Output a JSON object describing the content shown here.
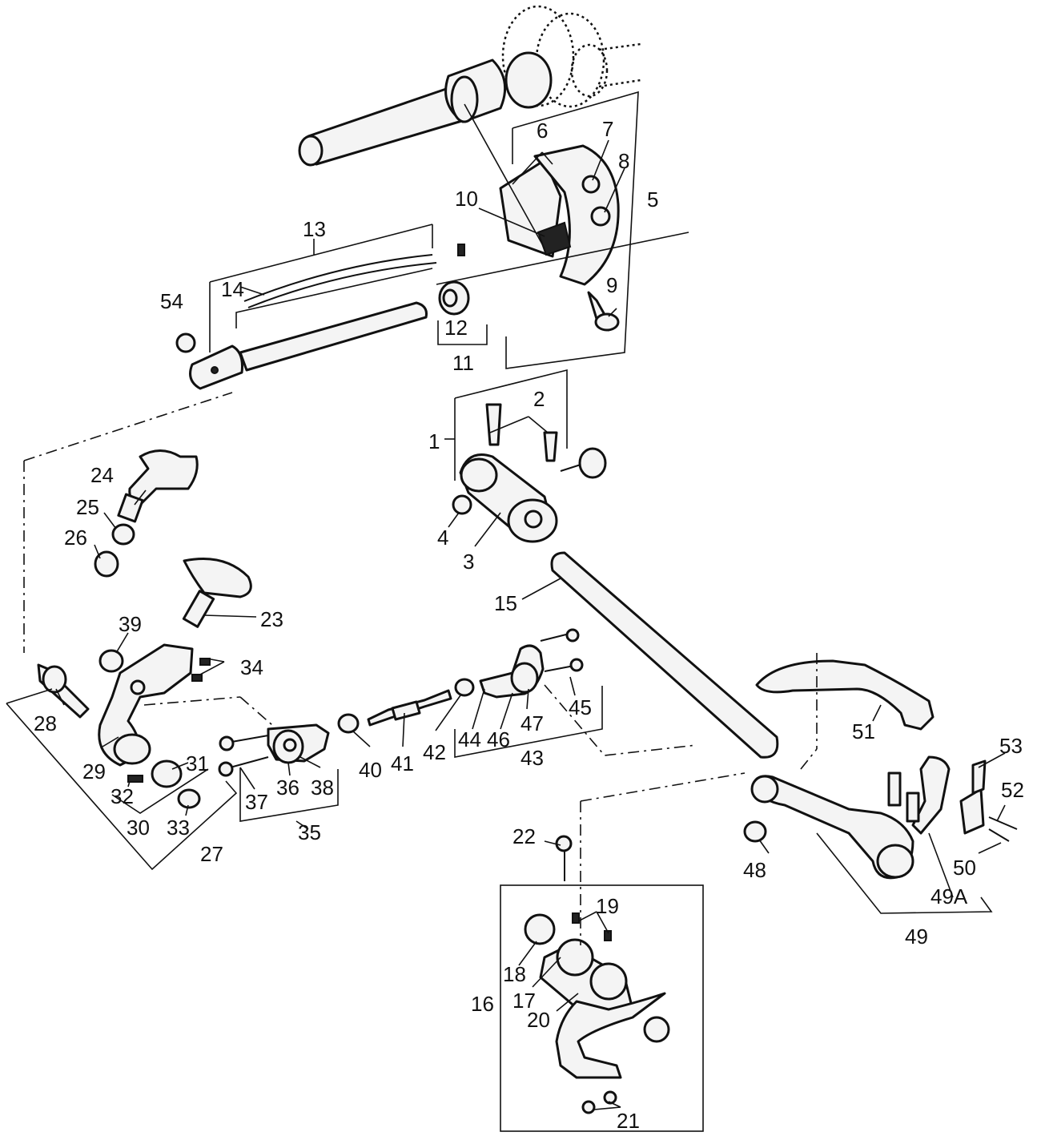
{
  "labels": {
    "p1": "1",
    "p2": "2",
    "p3": "3",
    "p4": "4",
    "p5": "5",
    "p6": "6",
    "p7": "7",
    "p8": "8",
    "p9": "9",
    "p10": "10",
    "p11": "11",
    "p12": "12",
    "p13": "13",
    "p14": "14",
    "p15": "15",
    "p16": "16",
    "p17": "17",
    "p18": "18",
    "p19": "19",
    "p20": "20",
    "p21": "21",
    "p22": "22",
    "p23": "23",
    "p24": "24",
    "p25": "25",
    "p26": "26",
    "p27": "27",
    "p28": "28",
    "p29": "29",
    "p30": "30",
    "p31": "31",
    "p32": "32",
    "p33": "33",
    "p34": "34",
    "p35": "35",
    "p36": "36",
    "p37": "37",
    "p38": "38",
    "p39": "39",
    "p40": "40",
    "p41": "41",
    "p42": "42",
    "p43": "43",
    "p44": "44",
    "p45": "45",
    "p46": "46",
    "p47": "47",
    "p48": "48",
    "p49": "49",
    "p49a": "49A",
    "p50": "50",
    "p51": "51",
    "p52": "52",
    "p53": "53",
    "p54": "54"
  }
}
